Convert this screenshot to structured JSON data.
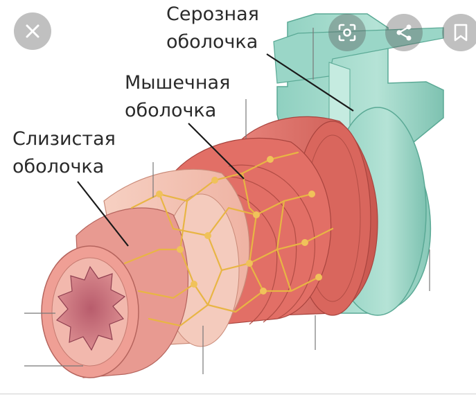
{
  "labels": {
    "serosa_line1": "Серозная",
    "serosa_line2": "оболочка",
    "muscular_line1": "Мышечная",
    "muscular_line2": "оболочка",
    "mucosa_line1": "Слизистая",
    "mucosa_line2": "оболочка"
  },
  "controls": {
    "close_icon": "close-icon",
    "lens_icon": "lens-search-icon",
    "share_icon": "share-icon",
    "bookmark_icon": "bookmark-icon"
  },
  "colors": {
    "serosa": "#a9dccf",
    "muscle": "#e9847c",
    "submucosa": "#f3c3b4",
    "mucosa": "#e58c86",
    "lumen": "#c96c78",
    "nerve": "#e8b544"
  }
}
